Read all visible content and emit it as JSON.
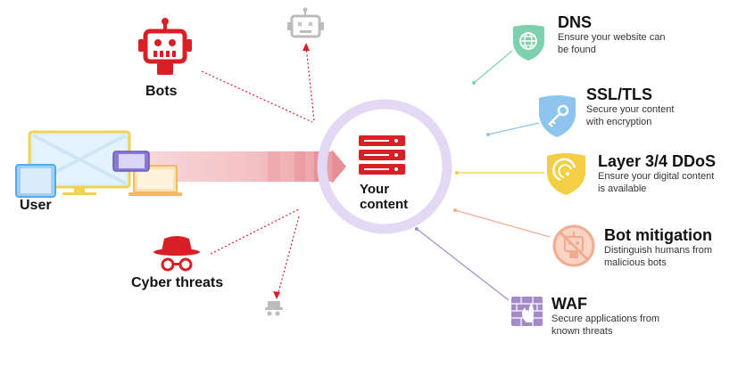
{
  "center": {
    "line1": "Your",
    "line2": "content"
  },
  "left": {
    "user": "User",
    "bots": "Bots",
    "cyber_threats": "Cyber threats"
  },
  "services": [
    {
      "title": "DNS",
      "desc": "Ensure your website can be found",
      "color": "#7fd0ae"
    },
    {
      "title": "SSL/TLS",
      "desc": "Secure your content with encryption",
      "color": "#8ec5ef"
    },
    {
      "title": "Layer 3/4 DDoS",
      "desc": "Ensure your digital content is available",
      "color": "#f3cf46"
    },
    {
      "title": "Bot mitigation",
      "desc": "Distinguish humans from malicious bots",
      "color": "#f2ab8e"
    },
    {
      "title": "WAF",
      "desc": "Secure applications from known threats",
      "color": "#a48ac7"
    }
  ],
  "colors": {
    "accent_red": "#d81f26",
    "ring": "#e3d9f4",
    "flow_band": "#f3b8b8",
    "muted_gray": "#bcbcbc"
  },
  "icons": {
    "bots": "robot-icon",
    "blocked_bot": "blocked-robot-icon",
    "cyber_threats": "spy-icon",
    "small_threat": "small-spy-icon",
    "content": "server-stack-icon",
    "user": "devices-icon"
  }
}
